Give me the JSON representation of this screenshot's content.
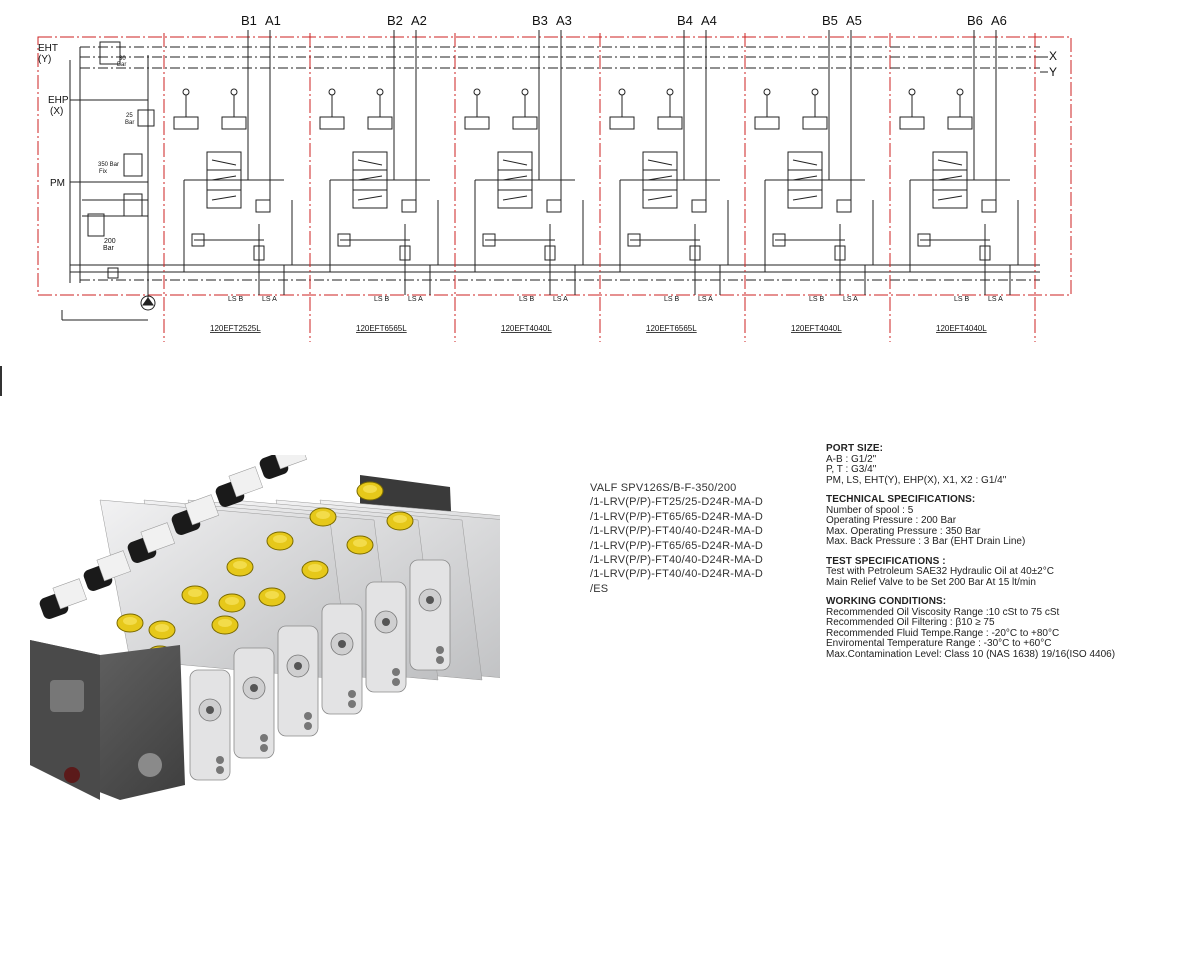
{
  "schematic": {
    "port_b_labels": [
      "B1",
      "B2",
      "B3",
      "B4",
      "B5",
      "B6"
    ],
    "port_a_labels": [
      "A1",
      "A2",
      "A3",
      "A4",
      "A5",
      "A6"
    ],
    "ls_b_label": "LS B",
    "ls_a_label": "LS A",
    "section_codes": [
      "120EFT2525L",
      "120EFT6565L",
      "120EFT4040L",
      "120EFT6565L",
      "120EFT4040L",
      "120EFT4040L"
    ],
    "left_labels": {
      "eht": "EHT",
      "eht_sub": "(Y)",
      "ehp": "EHP",
      "ehp_sub": "(X)",
      "pm": "PM"
    },
    "right_labels": {
      "x": "X",
      "y": "Y"
    },
    "valve_settings": {
      "v30": "30",
      "v30_unit": "Bar",
      "v25": "25",
      "v25_unit": "Bar",
      "v350": "350 Bar",
      "v350_unit": "Fix",
      "v200": "200",
      "v200_unit": "Bar"
    },
    "line_color": "#222222",
    "section_divider_color": "#cc2222"
  },
  "product_render": {
    "body_color": "#5a5a5a",
    "section_color": "#d9dadb",
    "plug_color": "#e6c81a",
    "coil_color": "#1a1a1a"
  },
  "model_code": [
    "VALF SPV126S/B-F-350/200",
    "/1-LRV(P/P)-FT25/25-D24R-MA-D",
    "/1-LRV(P/P)-FT65/65-D24R-MA-D",
    "/1-LRV(P/P)-FT40/40-D24R-MA-D",
    "/1-LRV(P/P)-FT65/65-D24R-MA-D",
    "/1-LRV(P/P)-FT40/40-D24R-MA-D",
    "/1-LRV(P/P)-FT40/40-D24R-MA-D",
    "/ES"
  ],
  "specs": [
    {
      "title": "PORT SIZE:",
      "lines": [
        "A-B : G1/2\"",
        "P, T : G3/4\"",
        "PM, LS, EHT(Y), EHP(X), X1, X2 : G1/4\""
      ]
    },
    {
      "title": "TECHNICAL SPECIFICATIONS:",
      "lines": [
        "Number of spool : 5",
        "Operating Pressure : 200 Bar",
        "Max. Operating Pressure : 350 Bar",
        "Max. Back Pressure : 3 Bar (EHT Drain Line)"
      ]
    },
    {
      "title": "TEST SPECIFICATIONS :",
      "lines": [
        "Test with Petroleum SAE32 Hydraulic Oil at 40±2°C",
        "Main Relief Valve to be Set 200 Bar At 15 lt/min"
      ]
    },
    {
      "title": "WORKING CONDITIONS:",
      "lines": [
        "Recommended Oil Viscosity Range :10 cSt to 75 cSt",
        "Recommended Oil Filtering : β10 ≥ 75",
        "Recommended Fluid Tempe.Range : -20°C to +80°C",
        "Enviromental Temperature Range : -30°C to +60°C",
        "Max.Contamination Level: Class 10 (NAS 1638) 19/16(ISO 4406)"
      ]
    }
  ]
}
